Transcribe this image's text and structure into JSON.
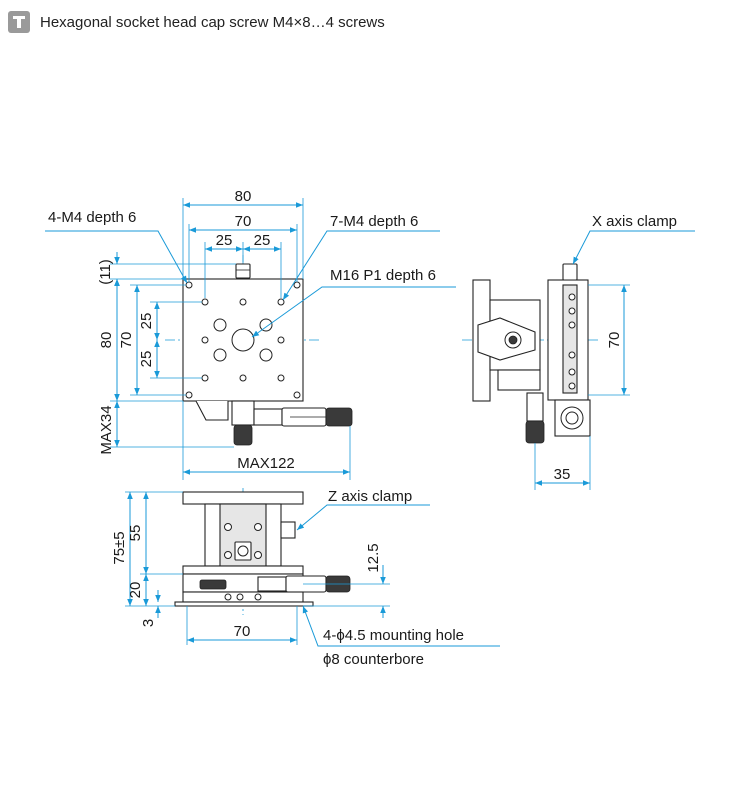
{
  "header": {
    "icon": "t-square-icon",
    "text": "Hexagonal socket head cap screw M4×8…4 screws"
  },
  "labels": {
    "top_80": "80",
    "top_70": "70",
    "top_25a": "25",
    "top_25b": "25",
    "m4_4": "4-M4 depth 6",
    "m4_7": "7-M4 depth 6",
    "m16": "M16 P1 depth 6",
    "paren11": "(11)",
    "side_80": "80",
    "side_70": "70",
    "side_25a": "25",
    "side_25b": "25",
    "max34": "MAX34",
    "max122": "MAX122",
    "x_clamp": "X axis clamp",
    "right_70": "70",
    "right_35": "35",
    "z_clamp": "Z axis clamp",
    "h_75": "75±5",
    "h_55": "55",
    "h_20": "20",
    "h_3": "3",
    "h_12_5": "12.5",
    "bottom_70": "70",
    "mount_hole": "4-ϕ4.5 mounting hole",
    "counterbore": "ϕ8 counterbore"
  },
  "colors": {
    "dimension": "#1a9ad8",
    "outline": "#222222",
    "fill": "#e6e6e6"
  }
}
